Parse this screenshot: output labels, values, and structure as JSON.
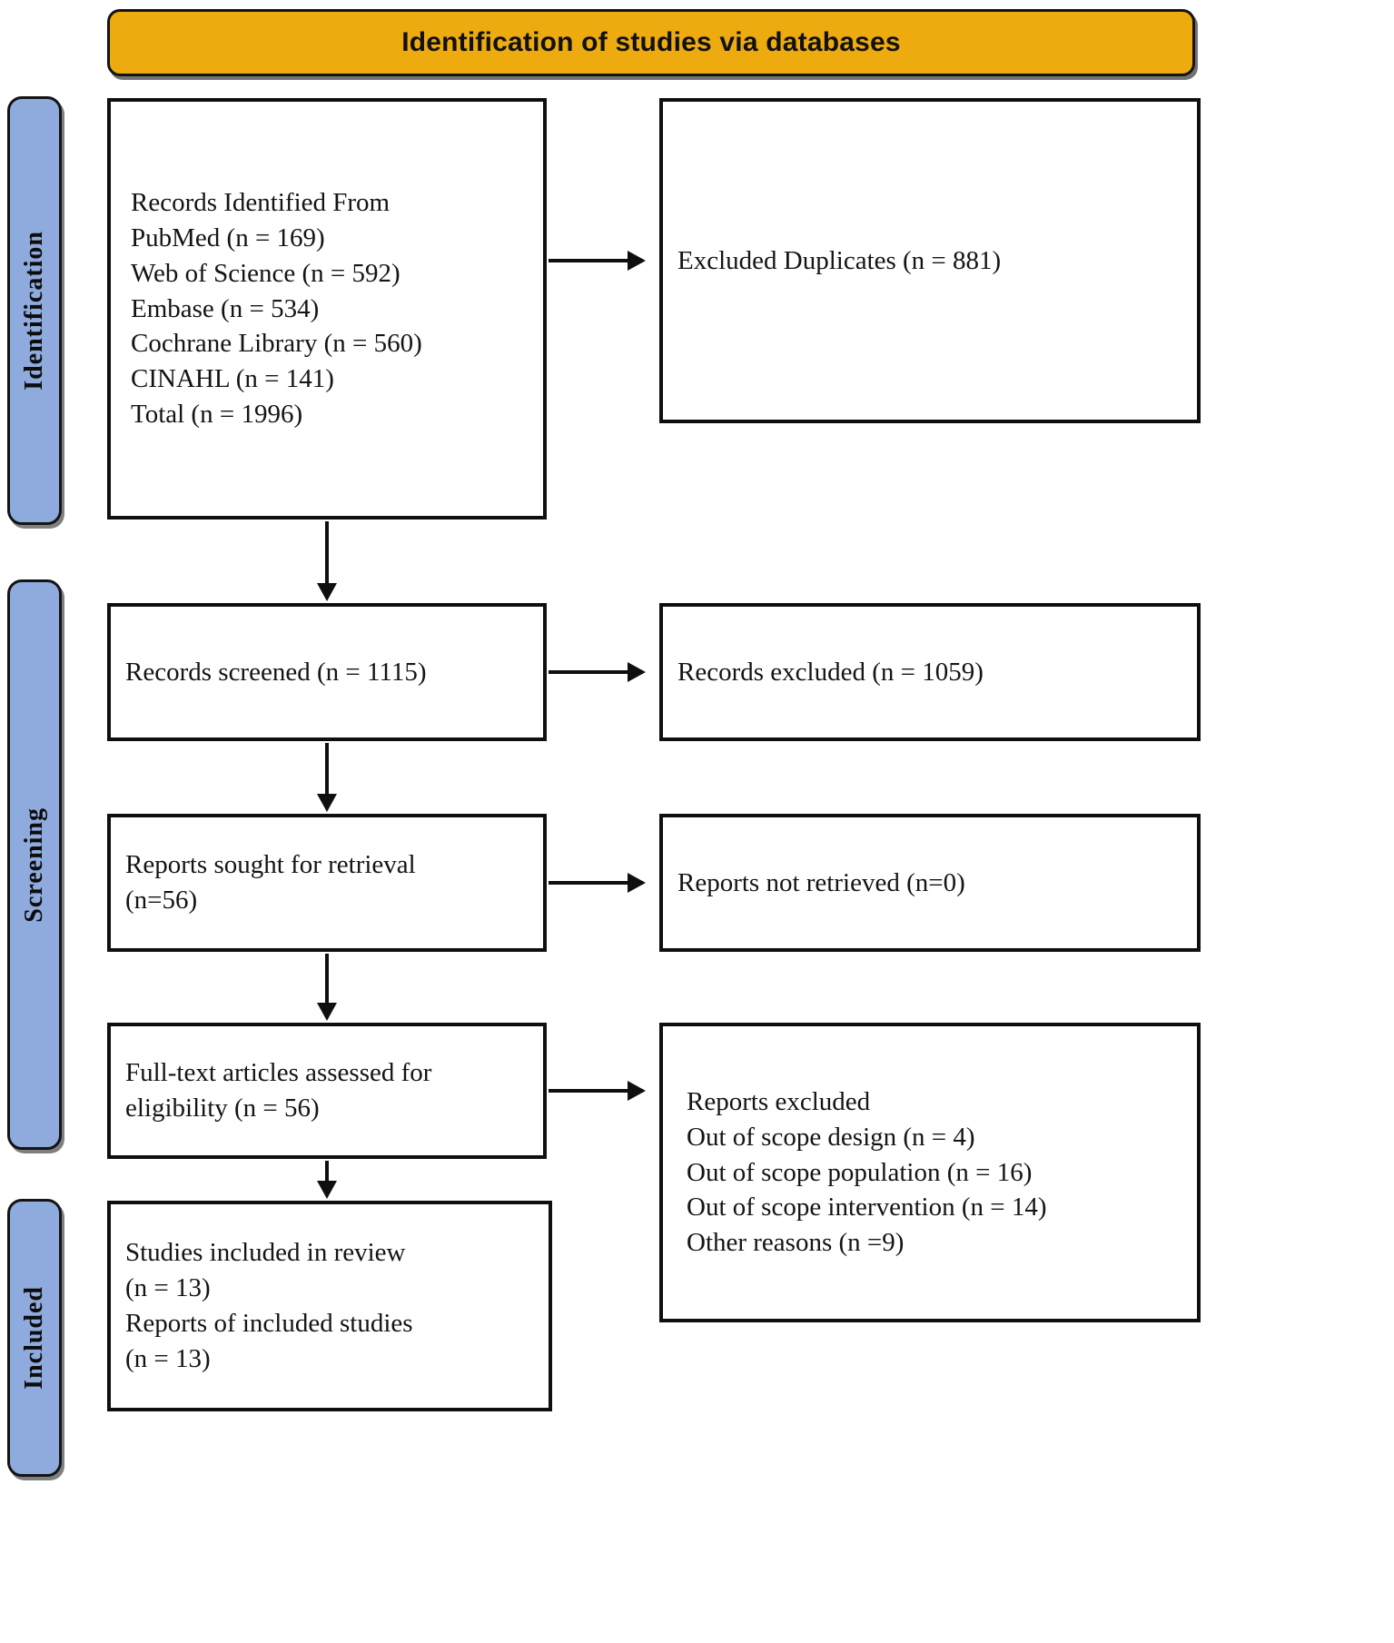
{
  "banner": {
    "title": "Identification of studies via databases",
    "fill_color": "#EDAB10",
    "text_color": "#111111"
  },
  "phases": [
    {
      "id": "identification",
      "label": "Identification",
      "fill_color": "#8FAADC"
    },
    {
      "id": "screening",
      "label": "Screening",
      "fill_color": "#8FAADC"
    },
    {
      "id": "included",
      "label": "Included",
      "fill_color": "#8FAADC"
    }
  ],
  "boxes": {
    "records_identified": {
      "lines": [
        "Records Identified From",
        "PubMed (n = 169)",
        "Web of Science (n = 592)",
        "Embase (n = 534)",
        "Cochrane Library (n = 560)",
        "CINAHL (n = 141)",
        "Total (n = 1996)"
      ]
    },
    "excluded_duplicates": {
      "lines": [
        "Excluded Duplicates (n = 881)"
      ]
    },
    "records_screened": {
      "lines": [
        "Records screened (n = 1115)"
      ]
    },
    "records_excluded": {
      "lines": [
        "Records excluded (n = 1059)"
      ]
    },
    "reports_sought": {
      "lines": [
        "Reports sought for retrieval",
        "(n=56)"
      ]
    },
    "reports_not_retrieved": {
      "lines": [
        "Reports not retrieved (n=0)"
      ]
    },
    "fulltext_assessed": {
      "lines": [
        "Full-text articles assessed for",
        "eligibility (n = 56)"
      ]
    },
    "reports_excluded": {
      "lines": [
        "Reports excluded",
        "Out of scope design (n = 4)",
        "Out of scope population (n = 16)",
        "Out of scope intervention (n = 14)",
        "Other reasons (n =9)"
      ]
    },
    "studies_included": {
      "lines": [
        "Studies included in review",
        "(n = 13)",
        "Reports of included studies",
        "(n = 13)"
      ]
    }
  },
  "chart_data": {
    "type": "diagram",
    "title": "PRISMA flow diagram - Identification of studies via databases",
    "stages": [
      {
        "phase": "Identification",
        "node": "Records Identified From",
        "databases": [
          {
            "name": "PubMed",
            "n": 169
          },
          {
            "name": "Web of Science",
            "n": 592
          },
          {
            "name": "Embase",
            "n": 534
          },
          {
            "name": "Cochrane Library",
            "n": 560
          },
          {
            "name": "CINAHL",
            "n": 141
          }
        ],
        "total": 1996,
        "excluded": {
          "label": "Excluded Duplicates",
          "n": 881
        }
      },
      {
        "phase": "Screening",
        "node": "Records screened",
        "n": 1115,
        "excluded": {
          "label": "Records excluded",
          "n": 1059
        }
      },
      {
        "phase": "Screening",
        "node": "Reports sought for retrieval",
        "n": 56,
        "excluded": {
          "label": "Reports not retrieved",
          "n": 0
        }
      },
      {
        "phase": "Screening",
        "node": "Full-text articles assessed for eligibility",
        "n": 56,
        "excluded": {
          "label": "Reports excluded",
          "reasons": [
            {
              "label": "Out of scope design",
              "n": 4
            },
            {
              "label": "Out of scope population",
              "n": 16
            },
            {
              "label": "Out of scope intervention",
              "n": 14
            },
            {
              "label": "Other reasons",
              "n": 9
            }
          ]
        }
      },
      {
        "phase": "Included",
        "node": "Studies included in review",
        "n": 13,
        "reports_of_included_studies": 13
      }
    ]
  }
}
